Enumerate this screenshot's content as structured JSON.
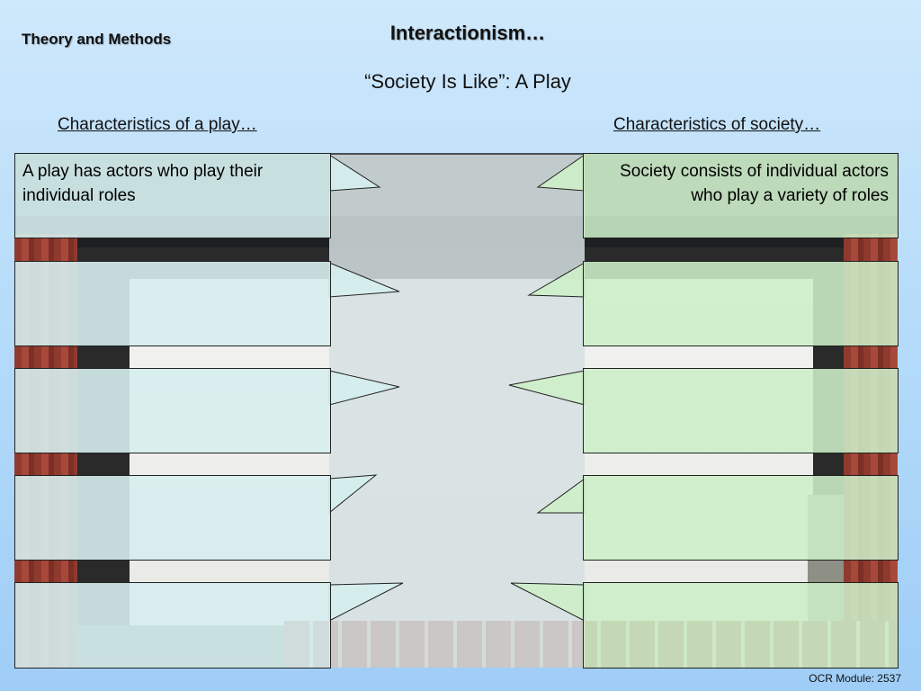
{
  "header": {
    "corner_title": "Theory and Methods",
    "title": "Interactionism…",
    "subtitle": "“Society Is Like”: A Play"
  },
  "columns": {
    "left_heading": "Characteristics of a play…",
    "right_heading": "Characteristics of society…"
  },
  "rows": [
    {
      "play": "A play has actors who play their individual roles",
      "society": "Society consists of individual actors who play a variety of roles"
    },
    {
      "play": "",
      "society": ""
    },
    {
      "play": "",
      "society": ""
    },
    {
      "play": "",
      "society": ""
    },
    {
      "play": "",
      "society": ""
    }
  ],
  "footer": {
    "module": "OCR Module: 2537"
  }
}
